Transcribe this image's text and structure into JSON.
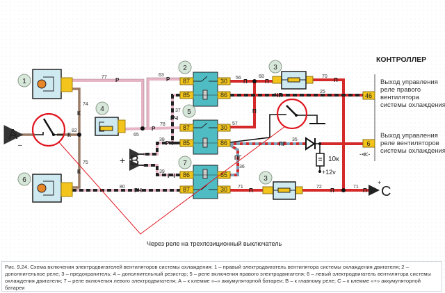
{
  "controller": {
    "title": "КОНТРОЛЛЕР",
    "output1": [
      "Выход управления",
      "реле правого",
      "вентилятора",
      "системы охлаждения"
    ],
    "output2": [
      "Выход управления",
      "реле вентиляторов",
      "системы охлаждения"
    ],
    "pin1": "46",
    "pin2": "6",
    "ground_symbol": "-≪-"
  },
  "components": {
    "c1": "1",
    "c2": "2",
    "c3a": "3",
    "c3b": "3",
    "c4": "4",
    "c5": "5",
    "c6": "6",
    "c7": "7"
  },
  "relay_pins": {
    "p87": "87",
    "p85": "85",
    "p30": "30",
    "p86": "86"
  },
  "terminals": {
    "a": "A",
    "a_sign": "–",
    "b": "B",
    "b_sign": "+",
    "c": "C",
    "c_sign": "+"
  },
  "wires": {
    "w77": "77",
    "w63": "63",
    "w65": "65",
    "w78": "78",
    "w74": "74",
    "w75": "75",
    "w82": "82",
    "w80": "80",
    "w37": "37",
    "w38": "38",
    "w39": "39",
    "w56": "56",
    "w68": "68",
    "w57": "57",
    "w70": "70",
    "w25": "25",
    "w35": "35",
    "w36": "36",
    "w71a": "71",
    "w72": "72",
    "w71b": "71"
  },
  "wire_colors": {
    "r": "Р",
    "k": "К",
    "rch": "РЧ",
    "p": "П",
    "chp": "ЧП",
    "pg": "ПГ"
  },
  "resistor_value": "10к",
  "supply": "+12v",
  "note": "Через реле на трехпозиционный выключатель",
  "caption": "Рис. 9.24. Схема включения электродвигателей вентиляторов системы охлаждения: 1 – правый электродвигатель вентилятора системы охлаждения двигателя; 2 – дополнительное реле; 3 – предохранитель; 4 – дополнительный резистор; 5 – реле включения правого электродвигателя; 6 – левый электродвигатель вентилятора системы охлаждения двигателя; 7 – реле включения левого электродвигателя; А – к клемме «–» аккумуляторной батареи; В – к главному реле; С – к клемме «+» аккумуляторной батареи",
  "colors": {
    "relay": "#4fbcc4",
    "pin": "#f2c41c",
    "red_wire": "#d42a2a",
    "pink_wire": "#e7b6c6",
    "brown_wire": "#9a7b66",
    "annotation": "#e0141e"
  }
}
